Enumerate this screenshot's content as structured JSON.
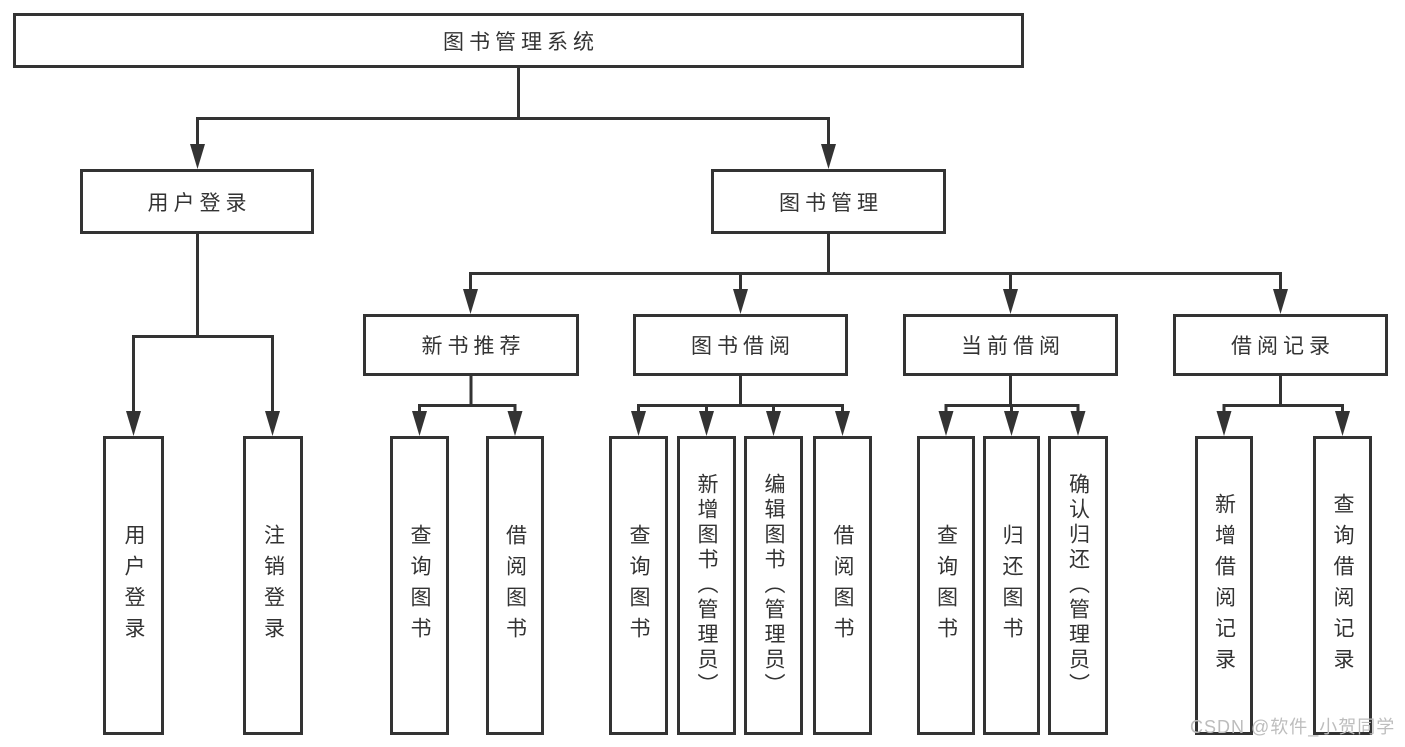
{
  "diagram": {
    "root": {
      "label": "图书管理系统"
    },
    "level2": [
      {
        "label": "用户登录"
      },
      {
        "label": "图书管理"
      }
    ],
    "level3": [
      {
        "label": "新书推荐"
      },
      {
        "label": "图书借阅"
      },
      {
        "label": "当前借阅"
      },
      {
        "label": "借阅记录"
      }
    ],
    "level4": [
      {
        "label": "用户登录"
      },
      {
        "label": "注销登录"
      },
      {
        "label": "查询图书"
      },
      {
        "label": "借阅图书"
      },
      {
        "label": "查询图书"
      },
      {
        "label": "新增图书（管理员）"
      },
      {
        "label": "编辑图书（管理员）"
      },
      {
        "label": "借阅图书"
      },
      {
        "label": "查询图书"
      },
      {
        "label": "归还图书"
      },
      {
        "label": "确认归还（管理员）"
      },
      {
        "label": "新增借阅记录"
      },
      {
        "label": "查询借阅记录"
      }
    ],
    "watermark": {
      "text": "CSDN @软件_小贺同学"
    },
    "colors": {
      "line": "#333333",
      "text": "#333333",
      "watermark": "#bdbdbd",
      "background": "#ffffff"
    }
  }
}
